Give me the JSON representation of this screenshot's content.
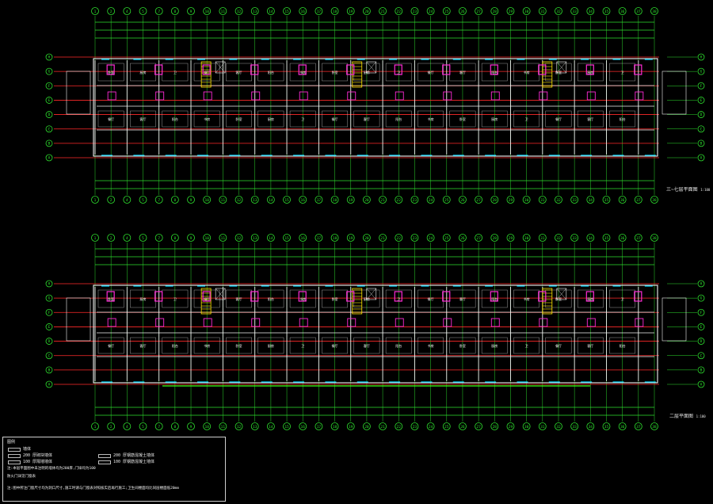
{
  "drawing": {
    "background": "#000000",
    "colors": {
      "axis": "#2ee02e",
      "wall": "#ff2a2a",
      "room": "#f2f2f2",
      "magenta": "#ff2bd6",
      "yellow": "#ffe600",
      "cyan": "#00d8ff",
      "green": "#39ff14"
    },
    "plans": [
      {
        "id": "upper",
        "title": "三~七层平面图",
        "scale": "1:100"
      },
      {
        "id": "lower",
        "title": "二层平面图",
        "scale": "1:100"
      }
    ],
    "column_axes": [
      "1",
      "2",
      "4",
      "5",
      "7",
      "8",
      "9",
      "10",
      "11",
      "12",
      "13",
      "14",
      "15",
      "16",
      "17",
      "18",
      "19",
      "20",
      "21",
      "22",
      "23",
      "24",
      "25",
      "26",
      "27",
      "28",
      "29",
      "30",
      "31",
      "32",
      "33",
      "34",
      "35",
      "36",
      "37",
      "38"
    ],
    "row_axes": [
      "H",
      "G",
      "F",
      "E",
      "D",
      "C",
      "B",
      "A"
    ],
    "room_labels": [
      "卧室",
      "厨房",
      "卫",
      "餐厅",
      "客厅",
      "阳台",
      "书房"
    ]
  },
  "legend": {
    "title": "图例",
    "items": [
      {
        "swatch_color": "#e0e0e0",
        "text": "墙体"
      },
      {
        "swatch_color": "#e0e0e0",
        "text": "200 厚砌块墙体"
      },
      {
        "swatch_color": "#e0e0e0",
        "text": "100 厚隔墙墙体"
      },
      {
        "swatch_color": "#e0e0e0",
        "text": "200 厚钢筋混凝土墙体"
      },
      {
        "swatch_color": "#e0e0e0",
        "text": "100 厚钢筋混凝土墙体"
      }
    ],
    "notes": [
      "注:本层平面图中未注明的墙体均为200厚,门垛均为100",
      "防火门详见门窗表"
    ],
    "footnote": "注:图中所注门窗尺寸均为洞口尺寸,施工时请与门窗表对照核实后再行施工;卫生间楼面均比同层楼面低20mm"
  }
}
